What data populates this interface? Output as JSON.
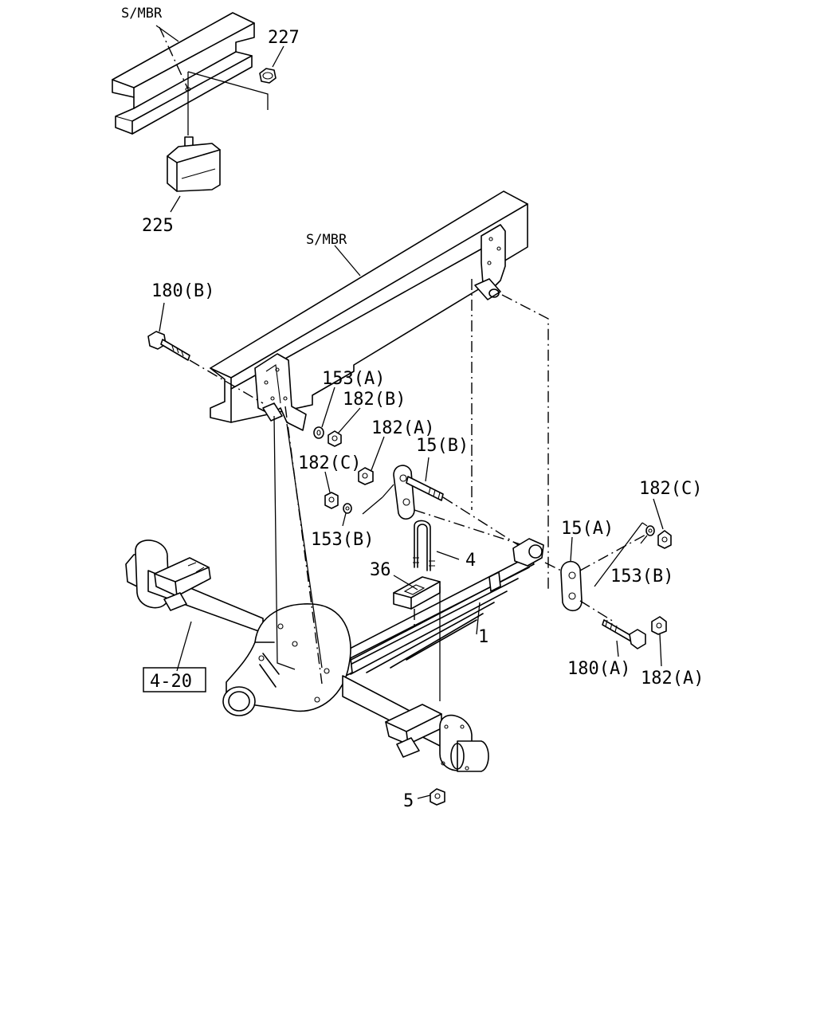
{
  "labels": {
    "smbr_top": "S/MBR",
    "p227": "227",
    "p225": "225",
    "smbr_main": "S/MBR",
    "p180b": "180(B)",
    "p153a": "153(A)",
    "p182b": "182(B)",
    "p182a_left": "182(A)",
    "p15b": "15(B)",
    "p182c_left": "182(C)",
    "p153b_left": "153(B)",
    "p182c_right": "182(C)",
    "p15a": "15(A)",
    "p153b_right": "153(B)",
    "p4": "4",
    "p36": "36",
    "p1": "1",
    "p180a": "180(A)",
    "p182a_right": "182(A)",
    "ref_4_20": "4-20",
    "p5": "5"
  }
}
